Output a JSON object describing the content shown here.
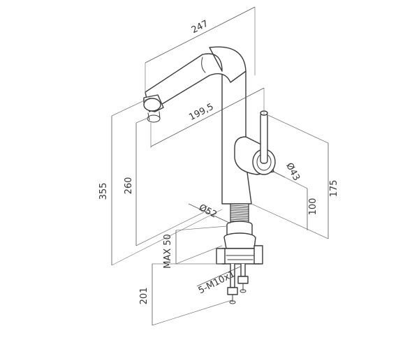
{
  "title": "",
  "dimensions": {
    "top_width": "247",
    "spout_reach": "199,5",
    "total_height": "355",
    "spout_height": "260",
    "lever_diameter": "Ø43",
    "lever_height": "175",
    "body_to_lever": "100",
    "base_diameter": "Ø52",
    "max_deck_thickness": "MAX 50",
    "hose_length": "201",
    "thread": "5-M10x1"
  },
  "colors": {
    "line": "#3a3a3a",
    "dimension": "#555555",
    "background": "#ffffff"
  }
}
